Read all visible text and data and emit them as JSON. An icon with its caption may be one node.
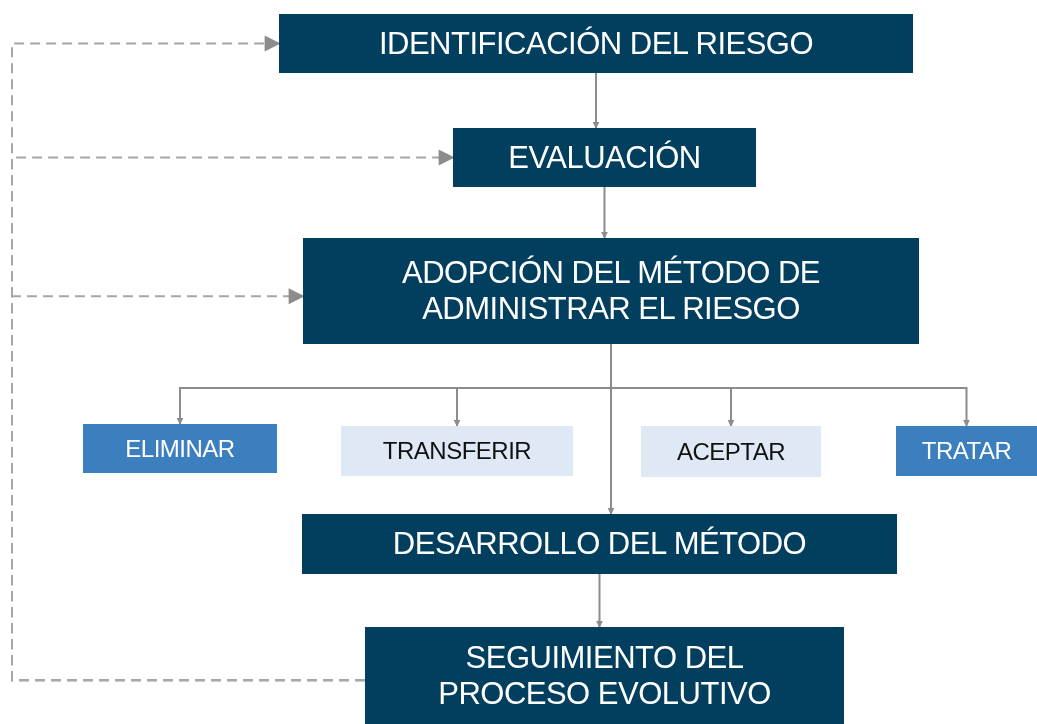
{
  "diagram": {
    "nodes": [
      {
        "text": [
          "IDENTIFICACIÓN DEL RIESGO"
        ]
      },
      {
        "text": [
          "EVALUACIÓN"
        ]
      },
      {
        "text": [
          "ADOPCIÓN DEL MÉTODO DE ADMINISTRAR EL RIESGO"
        ]
      },
      {
        "text": [
          "ELIMINAR"
        ]
      },
      {
        "text": [
          "TRANSFERIR"
        ]
      },
      {
        "text": [
          "ACEPTAR"
        ]
      },
      {
        "text": [
          "TRATAR"
        ]
      },
      {
        "text": [
          "DESARROLLO DEL MÉTODO"
        ]
      },
      {
        "text": [
          "SEGUIMIENTO DEL PROCESO EVOLUTIVO"
        ]
      }
    ],
    "edges": [
      {
        "from": 0,
        "to": 1,
        "arrow": "to"
      },
      {
        "from": 1,
        "to": 2,
        "arrow": "to"
      },
      {
        "from": 2,
        "to": 3,
        "arrow": "to"
      },
      {
        "from": 2,
        "to": 4,
        "arrow": "to"
      },
      {
        "from": 2,
        "to": 5,
        "arrow": "to"
      },
      {
        "from": 2,
        "to": 6,
        "arrow": "to"
      },
      {
        "from": 2,
        "to": 7,
        "arrow": "to"
      },
      {
        "from": 7,
        "to": 8,
        "arrow": "to"
      },
      {
        "from": 8,
        "to": 0,
        "arrow": "to",
        "style": "dashed"
      },
      {
        "from": 8,
        "to": 1,
        "arrow": "to",
        "style": "dashed"
      },
      {
        "from": 8,
        "to": 2,
        "arrow": "to",
        "style": "dashed"
      }
    ]
  }
}
